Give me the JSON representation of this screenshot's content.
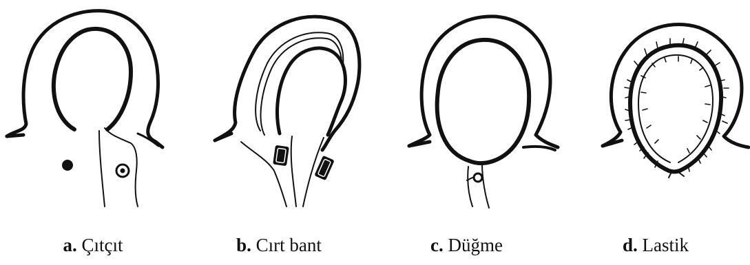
{
  "panels": [
    {
      "letter": "a.",
      "label": "Çıtçıt"
    },
    {
      "letter": "b.",
      "label": "Cırt bant"
    },
    {
      "letter": "c.",
      "label": "Düğme"
    },
    {
      "letter": "d.",
      "label": "Lastik"
    }
  ]
}
